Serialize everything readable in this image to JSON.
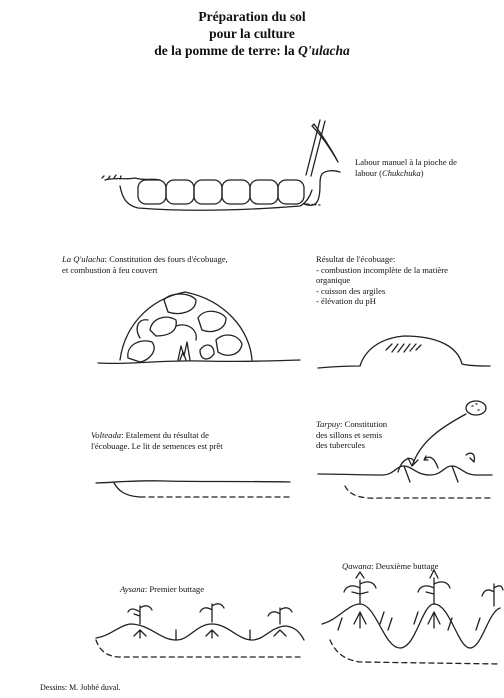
{
  "title": {
    "line1": "Préparation du sol",
    "line2": "pour la culture",
    "line3_prefix": "de la pomme de terre: la ",
    "line3_term": "Q'ulacha"
  },
  "captions": {
    "labour": {
      "line1": "Labour manuel à la pioche de",
      "line2_prefix": "labour (",
      "line2_term": "Chukchuka",
      "line2_suffix": ")"
    },
    "qulacha": {
      "term": "La Q'ulacha",
      "line1_rest": ": Constitution des fours d'écobuage,",
      "line2": "et combustion à feu couvert"
    },
    "resultat": {
      "line1": "Résultat de l'écobuage:",
      "line2": "- combustion incomplète de la matière",
      "line3": "organique",
      "line4": "- cuisson des argiles",
      "line5": "- élévation du pH"
    },
    "volteada": {
      "term": "Volteada",
      "line1_rest": ": Etalement du résultat de",
      "line2": "l'écobuage. Le lit de semences est prêt"
    },
    "tarpuy": {
      "term": "Tarpuy",
      "line1_rest": ": Constitution",
      "line2": "des sillons et semis",
      "line3": "des tubercules"
    },
    "aysana": {
      "term": "Aysana",
      "rest": ": Premier buttage"
    },
    "qawana": {
      "term": "Qawana",
      "rest": ": Deuxième buttage"
    }
  },
  "credit": "Dessins: M. Jobbé duval."
}
